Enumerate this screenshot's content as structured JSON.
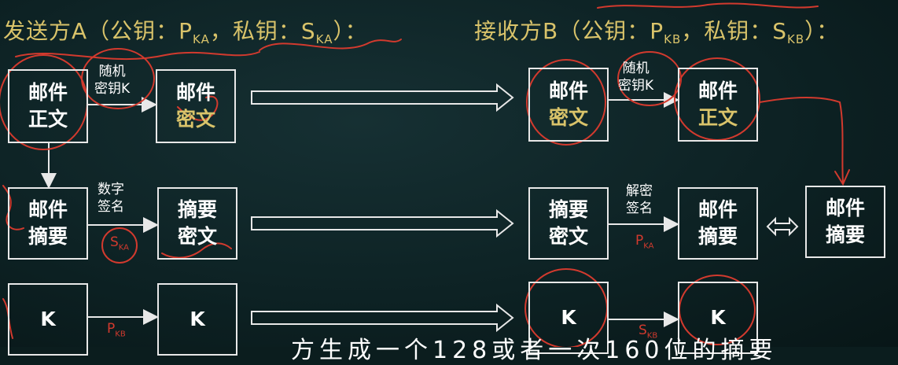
{
  "header": {
    "sender_prefix": "发送方A（公钥：P",
    "sender_pub_sub": "KA",
    "sender_mid": "，私钥：S",
    "sender_priv_sub": "KA",
    "sender_suffix": "）：",
    "receiver_prefix": "接收方B（公钥：P",
    "receiver_pub_sub": "KB",
    "receiver_mid": "，私钥：S",
    "receiver_priv_sub": "KB",
    "receiver_suffix": "）："
  },
  "boxes": {
    "a_plain_1": "邮件",
    "a_plain_2": "正文",
    "a_cipher_1": "邮件",
    "a_cipher_2": "密文",
    "a_digest_1": "邮件",
    "a_digest_2": "摘要",
    "a_sig_1": "摘要",
    "a_sig_2": "密文",
    "a_key": "K",
    "a_key_enc": "K",
    "b_cipher_1": "邮件",
    "b_cipher_2": "密文",
    "b_plain_1": "邮件",
    "b_plain_2": "正文",
    "b_sig_1": "摘要",
    "b_sig_2": "密文",
    "b_digest_1": "邮件",
    "b_digest_2": "摘要",
    "b_new_digest_1": "邮件",
    "b_new_digest_2": "摘要",
    "b_key_enc": "K",
    "b_key": "K"
  },
  "labels": {
    "random_key_1": "随机",
    "random_key_2": "密钥K",
    "digital_sign_1": "数字",
    "digital_sign_2": "签名",
    "b_random_key_1": "随机",
    "b_random_key_2": "密钥K",
    "decrypt_sign_1": "解密",
    "decrypt_sign_2": "签名"
  },
  "annotations": {
    "ska": "S",
    "ska_sub": "KA",
    "pkb": "P",
    "pkb_sub": "KB",
    "pka": "P",
    "pka_sub": "KA",
    "skb": "S",
    "skb_sub": "KB"
  },
  "subtitle": "方生成一个128或者一次160位的摘要"
}
